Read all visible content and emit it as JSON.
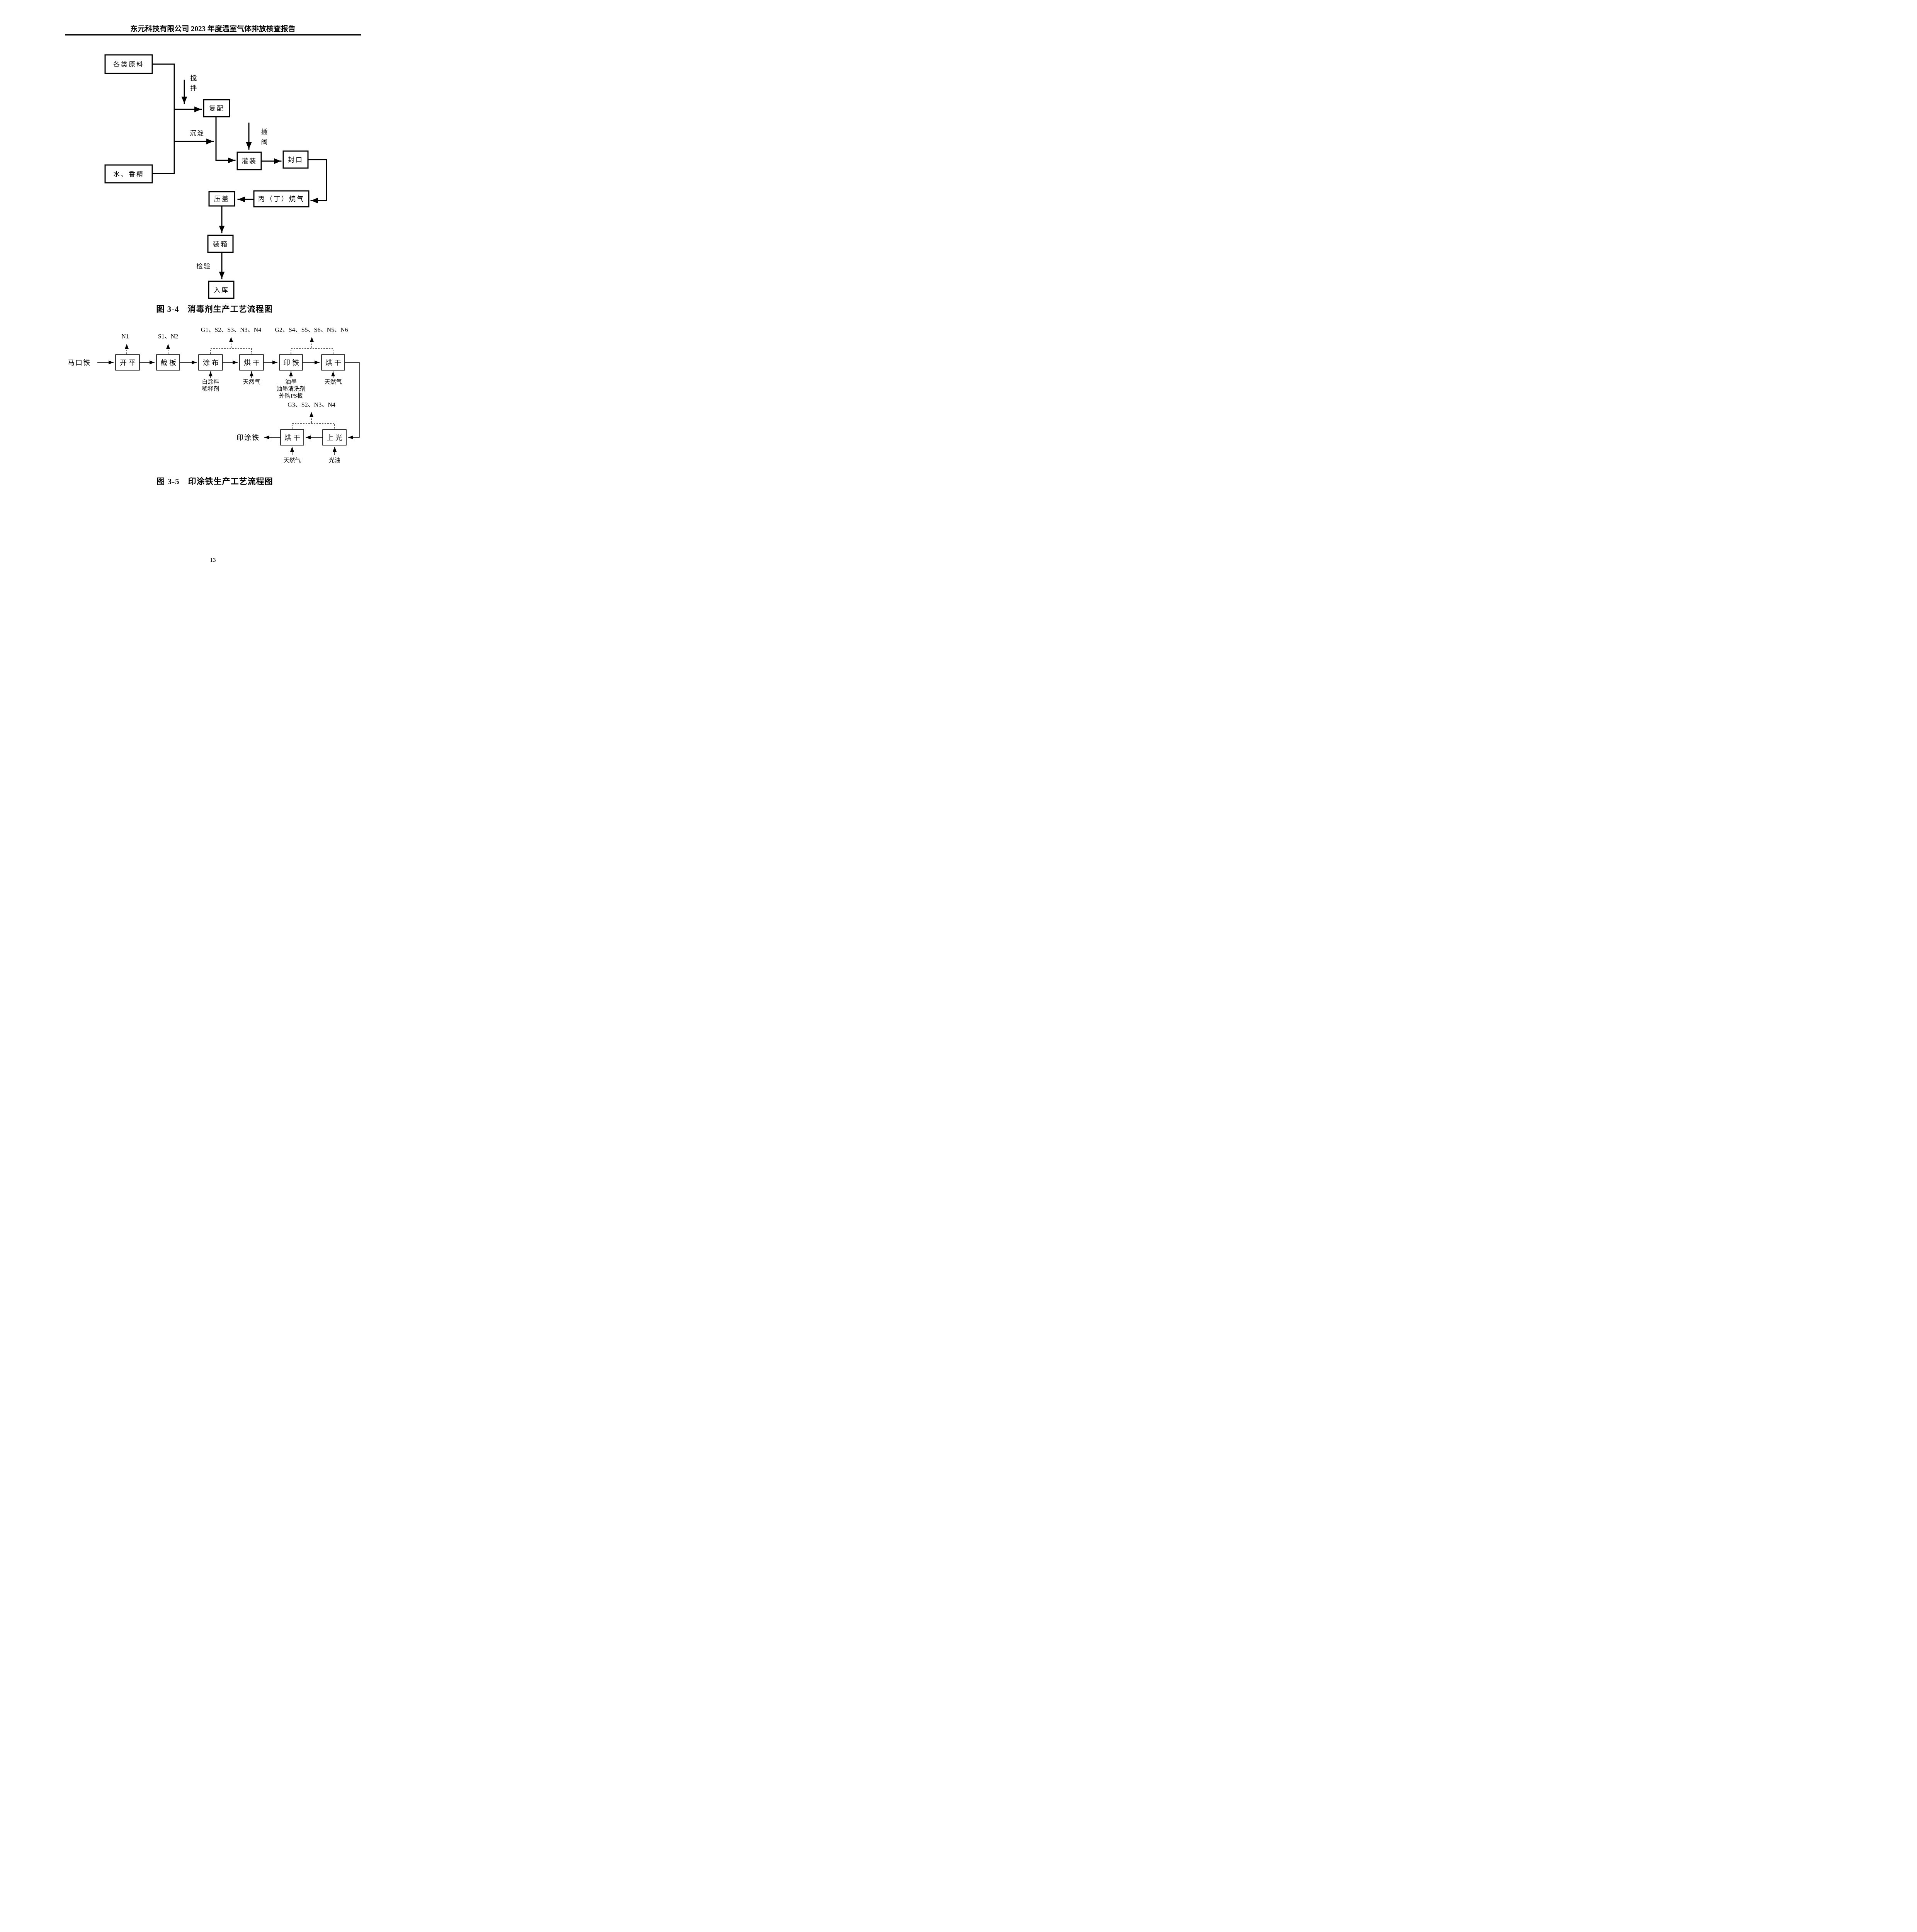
{
  "header": {
    "title": "东元科技有限公司 2023 年度温室气体排放核查报告"
  },
  "figure34": {
    "caption": "图 3-4　消毒剂生产工艺流程图",
    "nodes": {
      "raw_materials": "各类原料",
      "water_essence": "水、香精",
      "compound": "复配",
      "filling": "灌装",
      "sealing": "封口",
      "propane_butane": "丙（丁）烷气",
      "capping": "压盖",
      "packing": "装箱",
      "warehousing": "入库"
    },
    "labels": {
      "stir": "搅拌",
      "settle": "沉淀",
      "insert_valve": "插阀",
      "inspect": "检验"
    }
  },
  "figure35": {
    "caption": "图 3-5　印涂铁生产工艺流程图",
    "input": "马口铁",
    "output": "印涂铁",
    "nodes": {
      "flatten": "开平",
      "cut_board": "裁板",
      "coat": "涂布",
      "dry1": "烘干",
      "print_iron": "印铁",
      "dry2": "烘干",
      "dry3": "烘干",
      "gloss": "上光"
    },
    "emissions": {
      "n1": "N1",
      "s1n2": "S1、N2",
      "g1": "G1、S2、S3、N3、N4",
      "g2": "G2、S4、S5、S6、N5、N6",
      "g3": "G3、S2、N3、N4"
    },
    "materials": {
      "coating": [
        "白涂料",
        "稀释剂"
      ],
      "gas1": "天然气",
      "ink": [
        "油墨",
        "油墨清洗剂",
        "外购PS板"
      ],
      "gas2": "天然气",
      "gas3": "天然气",
      "varnish": "光油"
    }
  },
  "footer": {
    "page_number": "13"
  }
}
